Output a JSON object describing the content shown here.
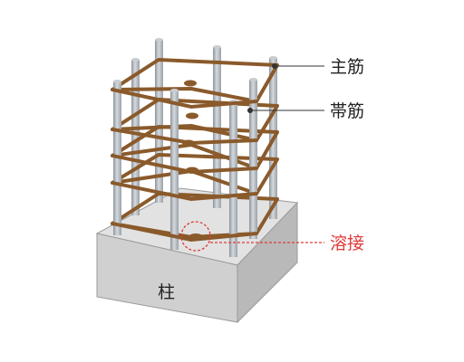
{
  "labels": {
    "main_rebar": "主筋",
    "hoop_rebar": "帯筋",
    "weld": "溶接",
    "column": "柱"
  },
  "colors": {
    "rebar": "#b9bec4",
    "hoop": "#8a5a2b",
    "leader": "#333333",
    "weld": "#e03a3a",
    "block_top": "#e0e0e0",
    "block_front": "#cfcfcf",
    "block_side": "#b8b8b8"
  }
}
